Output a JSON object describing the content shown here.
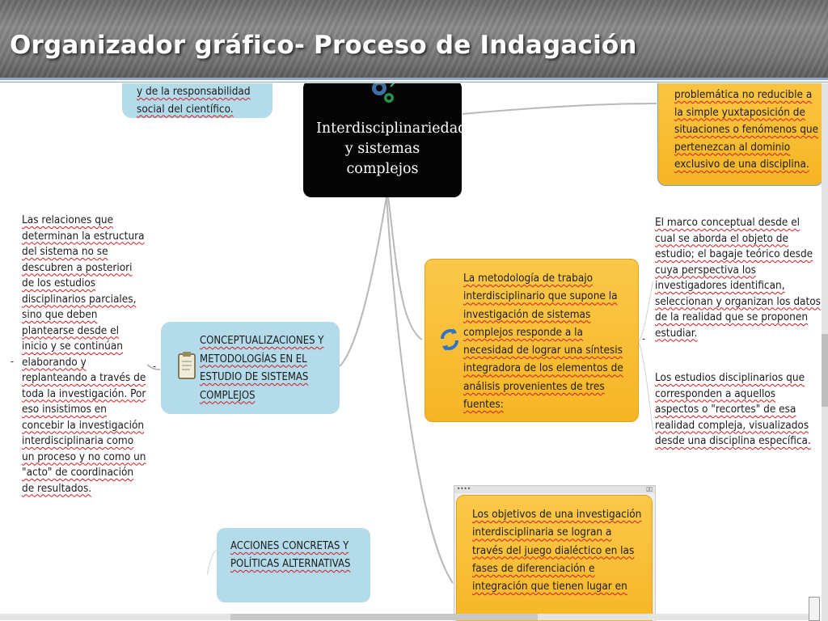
{
  "slide": {
    "title": "Organizador gráfico- Proceso de Indagación"
  },
  "nodes": {
    "top_left_fragment": "y de la responsabilidad social del científico.",
    "central_topic": "Interdisciplinariedad y sistemas complejos",
    "top_right": "problemática no reducible a la simple yuxtaposición de situaciones o fenómenos que pertenezcan al dominio exclusivo de una disciplina.",
    "conceptual_note": "Las relaciones que determinan la estructura del sistema no se descubren a posteriori de los estudios disciplinarios parciales, sino que deben plantearse desde el inicio y se continúan elaborando y replanteando a través de toda la investigación. Por eso insistimos en concebir la investigación interdisciplinaria como un proceso y no como un \"acto\" de coordinación de resultados.",
    "conceptual_node": "CONCEPTUALIZACIONES Y METODOLOGÍAS EN EL ESTUDIO DE SISTEMAS COMPLEJOS",
    "methodology_node": "La metodología de trabajo interdisciplinario que supone la investigación de sistemas complejos responde a la necesidad de lograr una síntesis integradora de los elementos de análisis provenientes de tres fuentes:",
    "right_note_1": "El marco conceptual desde el cual se aborda el objeto de estudio; el bagaje teórico desde cuya perspectiva los investigadores identifican, seleccionan y organizan los datos de la realidad que se proponen estudiar.",
    "right_note_2": "Los estudios disciplinarios que corresponden a aquellos aspectos o \"recortes\" de esa realidad compleja, visualizados desde una disciplina específica.",
    "acciones_node": "ACCIONES CONCRETAS Y POLÍTICAS ALTERNATIVAS",
    "objetivos_node": "Los objetivos de una investigación interdisciplinaria se logran a través del juego dialéctico en las fases de diferenciación e integración que tienen lugar en"
  },
  "icons": {
    "central": "gears-icon",
    "methodology": "refresh-arrows-icon",
    "conceptual": "clipboard-icon"
  },
  "colors": {
    "accent_blue": "#b3dbea",
    "accent_orange": "#f9bd2e",
    "central_black": "#050505"
  }
}
